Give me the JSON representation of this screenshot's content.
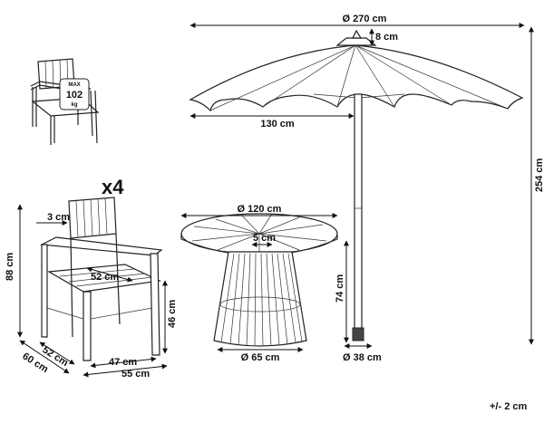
{
  "multiplier": "x4",
  "max_load": {
    "top": "MAX",
    "value": "102",
    "unit": "kg"
  },
  "tolerance": "+/- 2 cm",
  "umbrella": {
    "diameter": "Ø 270 cm",
    "top_cap": "8 cm",
    "rib_length": "130 cm",
    "height": "254 cm",
    "pole_diameter": "Ø 38 cm"
  },
  "table": {
    "diameter": "Ø 120 cm",
    "slat_gap": "5 cm",
    "height": "74 cm",
    "base_diameter": "Ø 65 cm"
  },
  "chair": {
    "back_offset": "3 cm",
    "height": "88 cm",
    "seat_depth": "52 cm",
    "seat_height": "46 cm",
    "depth_a": "52 cm",
    "depth_b": "60 cm",
    "width_a": "47 cm",
    "width_b": "55 cm"
  }
}
